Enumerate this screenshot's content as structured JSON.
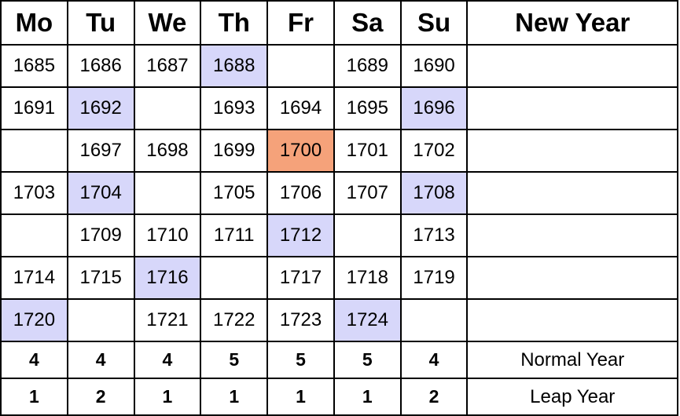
{
  "headers": [
    "Mo",
    "Tu",
    "We",
    "Th",
    "Fr",
    "Sa",
    "Su",
    "New Year"
  ],
  "rows": [
    [
      {
        "v": "1685"
      },
      {
        "v": "1686"
      },
      {
        "v": "1687"
      },
      {
        "v": "1688",
        "t": "leap"
      },
      {
        "v": ""
      },
      {
        "v": "1689"
      },
      {
        "v": "1690"
      },
      {
        "v": ""
      }
    ],
    [
      {
        "v": "1691"
      },
      {
        "v": "1692",
        "t": "leap"
      },
      {
        "v": ""
      },
      {
        "v": "1693"
      },
      {
        "v": "1694"
      },
      {
        "v": "1695"
      },
      {
        "v": "1696",
        "t": "leap"
      },
      {
        "v": ""
      }
    ],
    [
      {
        "v": ""
      },
      {
        "v": "1697"
      },
      {
        "v": "1698"
      },
      {
        "v": "1699"
      },
      {
        "v": "1700",
        "t": "highlight"
      },
      {
        "v": "1701"
      },
      {
        "v": "1702"
      },
      {
        "v": ""
      }
    ],
    [
      {
        "v": "1703"
      },
      {
        "v": "1704",
        "t": "leap"
      },
      {
        "v": ""
      },
      {
        "v": "1705"
      },
      {
        "v": "1706"
      },
      {
        "v": "1707"
      },
      {
        "v": "1708",
        "t": "leap"
      },
      {
        "v": ""
      }
    ],
    [
      {
        "v": ""
      },
      {
        "v": "1709"
      },
      {
        "v": "1710"
      },
      {
        "v": "1711"
      },
      {
        "v": "1712",
        "t": "leap"
      },
      {
        "v": ""
      },
      {
        "v": "1713"
      },
      {
        "v": ""
      }
    ],
    [
      {
        "v": "1714"
      },
      {
        "v": "1715"
      },
      {
        "v": "1716",
        "t": "leap"
      },
      {
        "v": ""
      },
      {
        "v": "1717"
      },
      {
        "v": "1718"
      },
      {
        "v": "1719"
      },
      {
        "v": ""
      }
    ],
    [
      {
        "v": "1720",
        "t": "leap"
      },
      {
        "v": ""
      },
      {
        "v": "1721"
      },
      {
        "v": "1722"
      },
      {
        "v": "1723"
      },
      {
        "v": "1724",
        "t": "leap"
      },
      {
        "v": ""
      },
      {
        "v": ""
      }
    ]
  ],
  "summary": [
    {
      "counts": [
        "4",
        "4",
        "4",
        "5",
        "5",
        "5",
        "4"
      ],
      "label": "Normal Year"
    },
    {
      "counts": [
        "1",
        "2",
        "1",
        "1",
        "1",
        "1",
        "2"
      ],
      "label": "Leap Year"
    }
  ],
  "colors": {
    "leap_cell": "#d7d7fa",
    "highlight_cell": "#f5a27a",
    "border": "#000000"
  }
}
